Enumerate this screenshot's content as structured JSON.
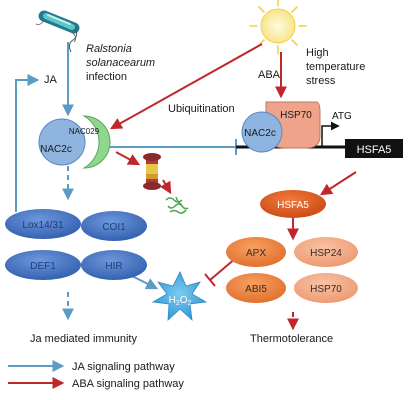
{
  "colors": {
    "ja_pathway": "#5b9bc4",
    "aba_pathway": "#c0272d",
    "blue_node": "#3f6fc2",
    "orange_dark": "#d9531d",
    "orange_mid": "#ec7a36",
    "orange_light": "#f0a07c",
    "nac2c": "#8fb4e0",
    "nac029": "#8fd68f",
    "hsp70_box": "#f0a38b",
    "star": "#3fa7e0",
    "sun": "#f6e07a"
  },
  "icons": {
    "bacterium": "bacterium-icon",
    "sun": "sun-icon",
    "proteasome": "proteasome-icon",
    "degraded_protein": "degraded-protein-icon"
  },
  "stimuli": {
    "pathogen_line1": "Ralstonia",
    "pathogen_line2": "solanacearum",
    "pathogen_line3": "infection",
    "heat_line1": "High",
    "heat_line2": "temperature",
    "heat_line3": "stress"
  },
  "labels": {
    "ja": "JA",
    "aba": "ABA",
    "ubiquitination": "Ubiquitination",
    "atg": "ATG"
  },
  "complexes": {
    "left_nac2c": "NAC2c",
    "left_partner": "NAC029",
    "right_nac2c": "NAC2c",
    "right_partner": "HSP70",
    "promoter_gene": "HSFA5"
  },
  "ja_targets": [
    "Lox14/31",
    "COI1",
    "DEF1",
    "HIR"
  ],
  "heat_targets": {
    "tf": "HSFA5",
    "genes": [
      "APX",
      "HSP24",
      "ABI5",
      "HSP70"
    ]
  },
  "h2o2": {
    "base": "H",
    "sub1": "2",
    "mid": "O",
    "sub2": "2"
  },
  "outcomes": {
    "immunity": "Ja mediated immunity",
    "thermo": "Thermotolerance"
  },
  "legend": {
    "ja_label": "JA signaling pathway",
    "aba_label": "ABA signaling pathway"
  }
}
